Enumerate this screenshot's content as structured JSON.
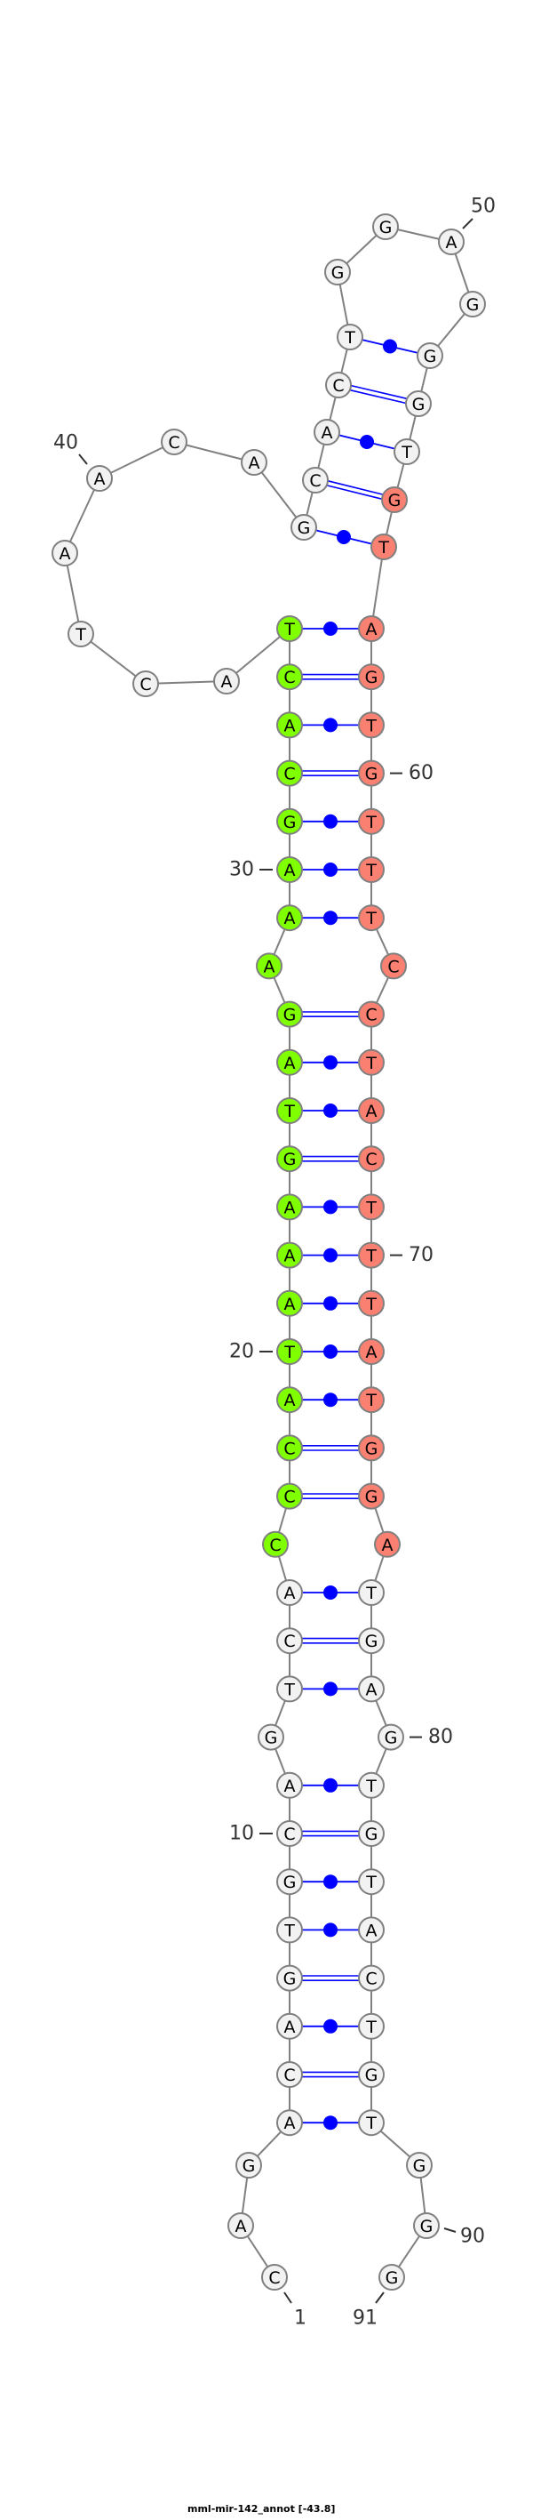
{
  "title": "mml-mir-142_annot [-43.8]",
  "structure": {
    "sequence": [
      "C",
      "A",
      "G",
      "A",
      "C",
      "A",
      "G",
      "T",
      "G",
      "C",
      "A",
      "G",
      "T",
      "C",
      "A",
      "C",
      "C",
      "C",
      "A",
      "T",
      "A",
      "A",
      "A",
      "G",
      "T",
      "A",
      "G",
      "A",
      "A",
      "A",
      "G",
      "C",
      "A",
      "C",
      "T",
      "A",
      "C",
      "T",
      "A",
      "A",
      "C",
      "A",
      "G",
      "C",
      "A",
      "C",
      "T",
      "G",
      "G",
      "A",
      "G",
      "G",
      "G",
      "T",
      "G",
      "T",
      "A",
      "G",
      "T",
      "G",
      "T",
      "T",
      "T",
      "C",
      "C",
      "T",
      "A",
      "C",
      "T",
      "T",
      "T",
      "A",
      "T",
      "G",
      "G",
      "A",
      "T",
      "G",
      "A",
      "G",
      "T",
      "G",
      "T",
      "A",
      "C",
      "T",
      "G",
      "T",
      "G",
      "G",
      "G"
    ],
    "pairs": [
      [
        4,
        88
      ],
      [
        5,
        87
      ],
      [
        6,
        86
      ],
      [
        7,
        85
      ],
      [
        8,
        84
      ],
      [
        9,
        83
      ],
      [
        10,
        82
      ],
      [
        11,
        81
      ],
      [
        13,
        79
      ],
      [
        14,
        78
      ],
      [
        15,
        77
      ],
      [
        17,
        75
      ],
      [
        18,
        74
      ],
      [
        19,
        73
      ],
      [
        20,
        72
      ],
      [
        21,
        71
      ],
      [
        22,
        70
      ],
      [
        23,
        69
      ],
      [
        24,
        68
      ],
      [
        25,
        67
      ],
      [
        26,
        66
      ],
      [
        27,
        65
      ],
      [
        29,
        63
      ],
      [
        30,
        62
      ],
      [
        31,
        61
      ],
      [
        32,
        60
      ],
      [
        33,
        59
      ],
      [
        34,
        58
      ],
      [
        35,
        57
      ],
      [
        43,
        56
      ],
      [
        44,
        55
      ],
      [
        45,
        54
      ],
      [
        46,
        53
      ],
      [
        47,
        52
      ]
    ],
    "highlight_regions": [
      {
        "name": "mature-5p",
        "start": 16,
        "end": 35,
        "color": "#7fff00"
      },
      {
        "name": "mature-3p",
        "start": 55,
        "end": 76,
        "color": "#fa8072"
      }
    ],
    "position_labels": [
      {
        "index": 1,
        "text": "1"
      },
      {
        "index": 10,
        "text": "10"
      },
      {
        "index": 20,
        "text": "20"
      },
      {
        "index": 30,
        "text": "30"
      },
      {
        "index": 40,
        "text": "40"
      },
      {
        "index": 50,
        "text": "50"
      },
      {
        "index": 60,
        "text": "60"
      },
      {
        "index": 70,
        "text": "70"
      },
      {
        "index": 80,
        "text": "80"
      },
      {
        "index": 90,
        "text": "90"
      },
      {
        "index": 91,
        "text": "91"
      }
    ]
  },
  "colors": {
    "node_fill": "#f2f2f2",
    "node_stroke": "#808080",
    "backbone": "#808080",
    "bond": "#0000ff"
  }
}
